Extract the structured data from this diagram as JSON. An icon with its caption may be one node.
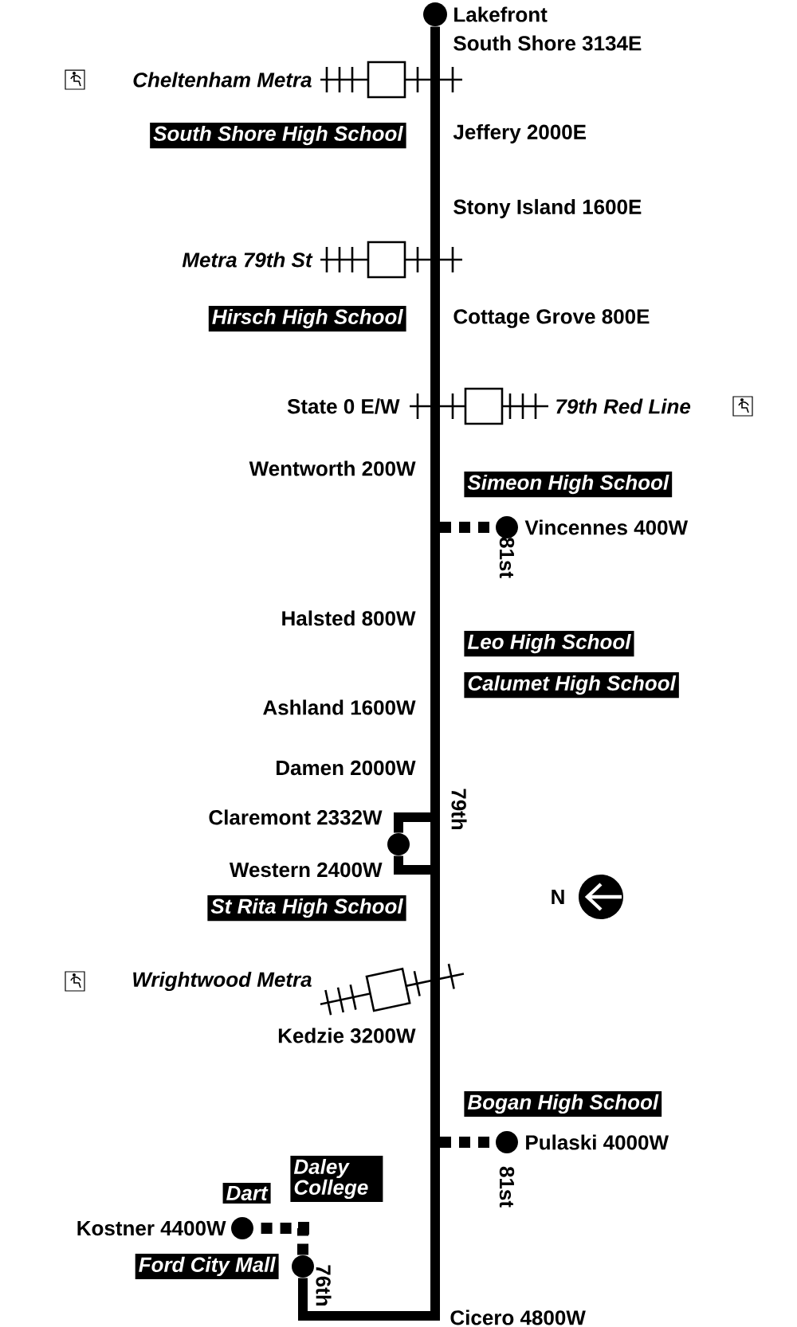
{
  "diagram": {
    "nodes": [
      {
        "text": [],
        "shape": "circle",
        "beside": [
          "Lakefront"
        ]
      },
      {
        "text": [
          "South Shore High School"
        ]
      },
      {
        "text": [
          "Hirsch High School"
        ]
      },
      {
        "text": [
          "Simeon High School"
        ]
      },
      {
        "text": [],
        "shape": "circle",
        "beside": [
          "Vincennes 400W"
        ]
      },
      {
        "text": [
          "Leo High School"
        ]
      },
      {
        "text": [
          "Calumet High School"
        ]
      },
      {
        "text": [],
        "shape": "circle",
        "beside": [
          "Claremont 2332W",
          "Western 2400W"
        ]
      },
      {
        "text": [
          "St Rita High School"
        ]
      },
      {
        "text": [
          "Bogan High School"
        ]
      },
      {
        "text": [],
        "shape": "circle",
        "beside": [
          "Pulaski 4000W"
        ]
      },
      {
        "text": [
          "Daley College"
        ]
      },
      {
        "text": [
          "Dart"
        ]
      },
      {
        "text": [],
        "shape": "circle",
        "beside": [
          "Kostner 4400W"
        ]
      },
      {
        "text": [
          "Ford City Mall"
        ]
      },
      {
        "text": [],
        "shape": "circle"
      }
    ],
    "edges": [
      {
        "from": 0,
        "to": 15,
        "arrow": "none"
      },
      {
        "from": 15,
        "to": 13,
        "arrow": "none",
        "style": "dashed"
      },
      {
        "from": null,
        "to": 4,
        "arrow": "none",
        "style": "dashed"
      },
      {
        "from": null,
        "to": 7,
        "arrow": "none"
      },
      {
        "from": null,
        "to": 10,
        "arrow": "none",
        "style": "dashed"
      }
    ],
    "labels": [
      "South Shore 3134E",
      "Cheltenham Metra",
      "Jeffery 2000E",
      "Stony Island 1600E",
      "Metra 79th St",
      "Cottage Grove 800E",
      "State 0 E/W",
      "79th Red Line",
      "Wentworth 200W",
      "81st",
      "Halsted 800W",
      "Ashland 1600W",
      "Damen 2000W",
      "79th",
      "N",
      "Wrightwood Metra",
      "Kedzie 3200W",
      "81st",
      "76th",
      "Cicero 4800W"
    ]
  }
}
